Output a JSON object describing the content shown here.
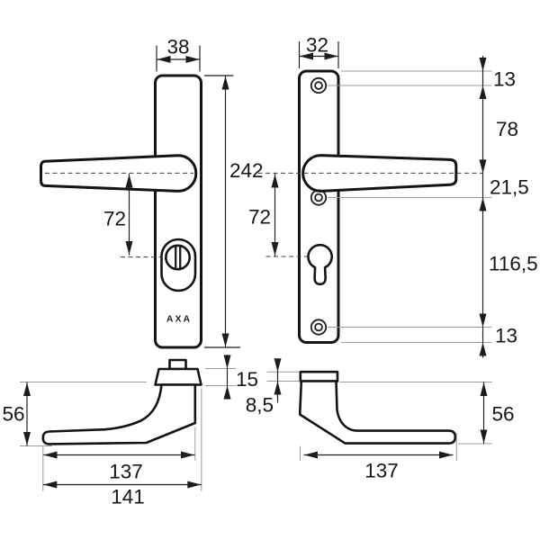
{
  "page": {
    "background": "#ffffff"
  },
  "drawing": {
    "brand_label": "AXA",
    "line_color": "#141414",
    "dim_color": "#1c1c1c",
    "ext_color": "#9b9b9b",
    "labels": {
      "front_plate_width": "38",
      "front_plate_height": "242",
      "front_lever_to_cylinder": "72",
      "back_plate_width": "32",
      "back_top_to_screw": "13",
      "back_screw_to_lever": "78",
      "back_lever_to_screw": "21,5",
      "back_lever_to_keyhole": "72",
      "back_keyhole_screw_span": "116,5",
      "back_screw_to_bottom": "13",
      "side_left_height": "56",
      "side_left_neck_height": "15",
      "side_left_grip_length": "137",
      "side_left_total_length": "141",
      "side_right_neck_band": "8,5",
      "side_right_grip_length": "137",
      "side_right_height": "56"
    }
  }
}
